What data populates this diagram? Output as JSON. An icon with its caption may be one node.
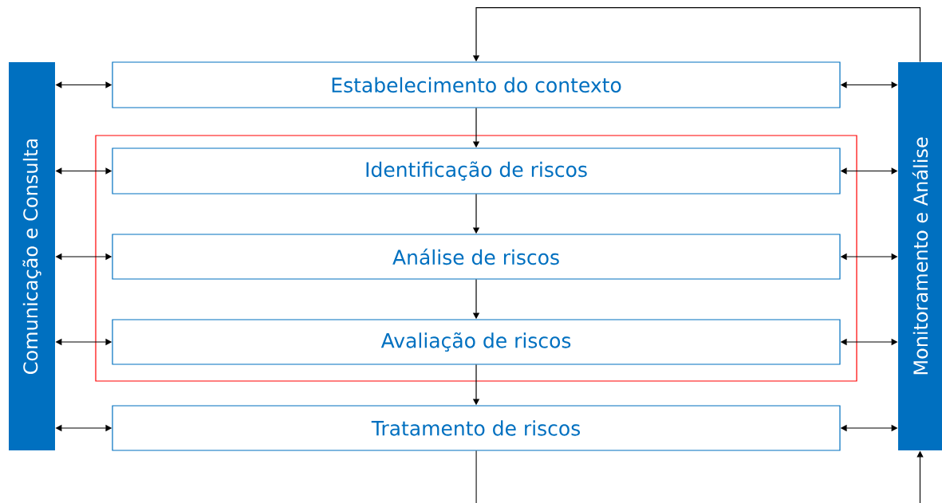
{
  "diagram": {
    "nodes": [
      {
        "text": [
          "Comunicação e Consulta"
        ]
      },
      {
        "text": [
          "Estabelecimento do contexto"
        ]
      },
      {
        "text": [],
        "shape": "box"
      },
      {
        "text": [
          "Identificação de riscos"
        ],
        "in": 2
      },
      {
        "text": [
          "Análise de riscos"
        ],
        "in": 2
      },
      {
        "text": [
          "Avaliação de riscos"
        ],
        "in": 2
      },
      {
        "text": [
          "Tratamento de riscos"
        ]
      },
      {
        "text": [
          "Monitoramento e Análise"
        ]
      }
    ],
    "edges": [
      {
        "from": 7,
        "to": 1,
        "arrow": "to"
      },
      {
        "from": 1,
        "to": 3,
        "arrow": "to"
      },
      {
        "from": 3,
        "to": 4,
        "arrow": "to"
      },
      {
        "from": 4,
        "to": 5,
        "arrow": "to"
      },
      {
        "from": 5,
        "to": 6,
        "arrow": "to"
      },
      {
        "from": 6,
        "to": 7,
        "arrow": "to"
      },
      {
        "from": 0,
        "to": 1,
        "arrow": "both"
      },
      {
        "from": 0,
        "to": 3,
        "arrow": "both"
      },
      {
        "from": 0,
        "to": 4,
        "arrow": "both"
      },
      {
        "from": 0,
        "to": 5,
        "arrow": "both"
      },
      {
        "from": 0,
        "to": 6,
        "arrow": "both"
      },
      {
        "from": 1,
        "to": 7,
        "arrow": "both"
      },
      {
        "from": 3,
        "to": 7,
        "arrow": "both"
      },
      {
        "from": 4,
        "to": 7,
        "arrow": "both"
      },
      {
        "from": 5,
        "to": 7,
        "arrow": "both"
      },
      {
        "from": 6,
        "to": 7,
        "arrow": "both"
      }
    ]
  }
}
